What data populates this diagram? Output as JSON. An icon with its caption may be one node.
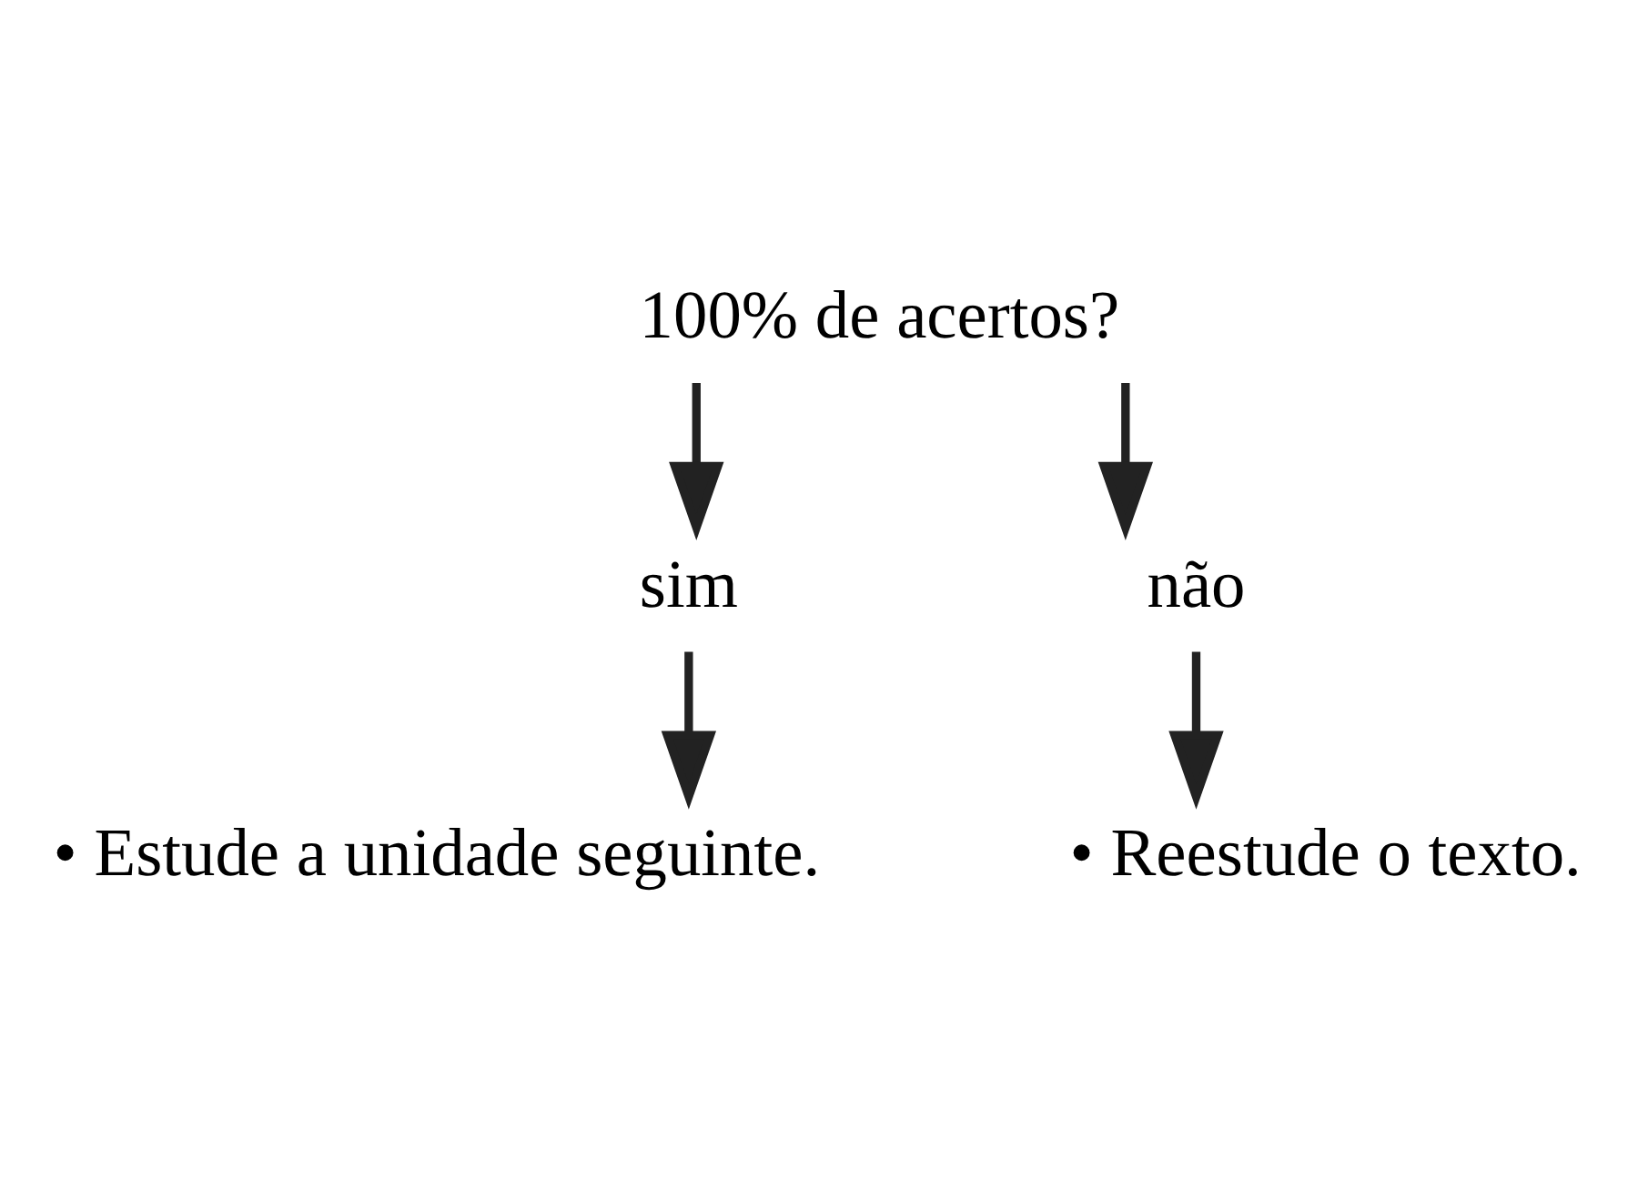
{
  "diagram": {
    "nodes": [
      {
        "text": [
          "100% de acertos?"
        ]
      },
      {
        "text": [
          "sim"
        ]
      },
      {
        "text": [
          "• Estude a unidade seguinte."
        ]
      },
      {
        "text": [
          "não"
        ]
      },
      {
        "text": [
          "• Reestude o texto."
        ]
      }
    ],
    "edges": [
      {
        "from": 0,
        "to": 1,
        "arrow": "to"
      },
      {
        "from": 1,
        "to": 2,
        "arrow": "to"
      },
      {
        "from": 0,
        "to": 3,
        "arrow": "to"
      },
      {
        "from": 3,
        "to": 4,
        "arrow": "to"
      }
    ]
  }
}
